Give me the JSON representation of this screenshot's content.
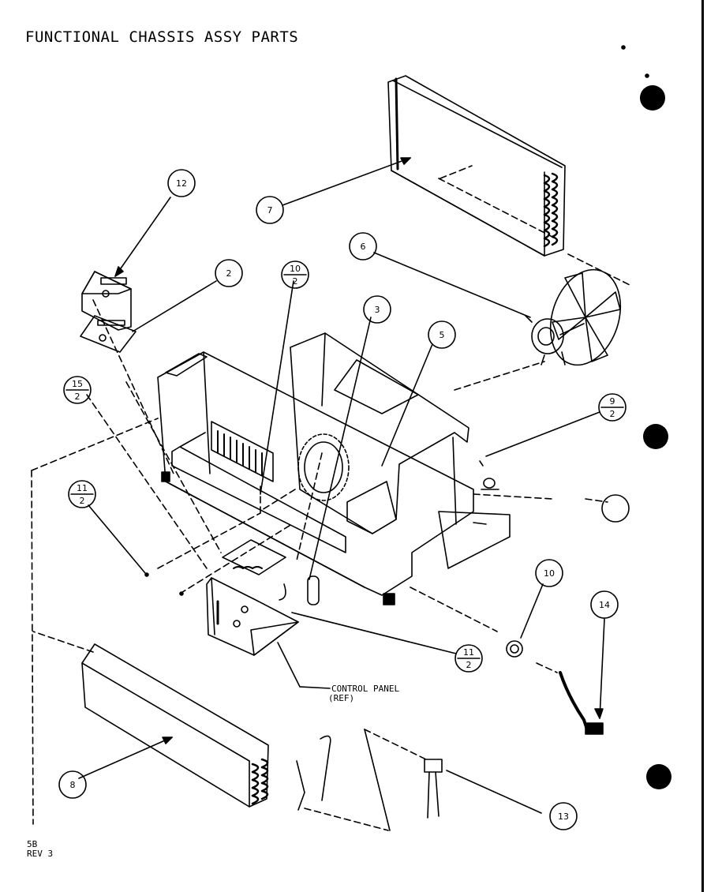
{
  "title": "FUNCTIONAL CHASSIS ASSY PARTS",
  "footer": {
    "line1": "5B",
    "line2": "REV 3"
  },
  "control_panel_label": {
    "line1": "CONTROL PANEL",
    "line2": "(REF)"
  },
  "callouts": {
    "c12": "12",
    "c2": "2",
    "c10": {
      "top": "10",
      "bottom": "2"
    },
    "c3": "3",
    "c5": "5",
    "c6": "6",
    "c7": "7",
    "c9": {
      "top": "9",
      "bottom": "2"
    },
    "c4": "",
    "c15": {
      "top": "15",
      "bottom": "2"
    },
    "c11a": {
      "top": "11",
      "bottom": "2"
    },
    "c11b": {
      "top": "11",
      "bottom": "2"
    },
    "c10b": "10",
    "c14": "14",
    "c8": "8",
    "c13": "13"
  }
}
